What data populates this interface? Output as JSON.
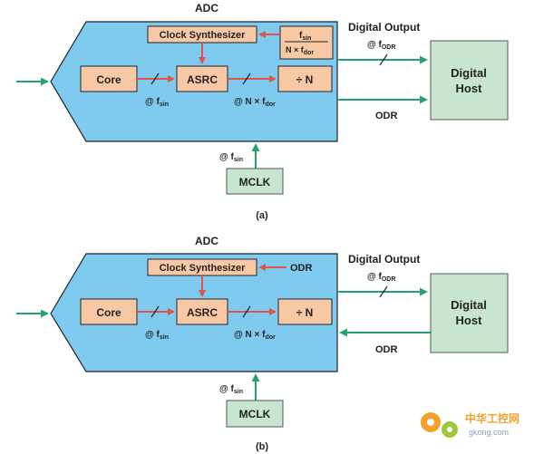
{
  "diagram_a": {
    "adc_title": "ADC",
    "clock_synth": "Clock Synthesizer",
    "ratio_num": "f",
    "ratio_num_sub": "sin",
    "ratio_den": "N × f",
    "ratio_den_sub": "dor",
    "core": "Core",
    "asrc": "ASRC",
    "divn": "÷ N",
    "at_fsin": "@ f",
    "at_fsin_sub": "sin",
    "at_nfdor": "@ N × f",
    "at_nfdor_sub": "dor",
    "digital_output": "Digital Output",
    "at_fodr": "@ f",
    "at_fodr_sub": "ODR",
    "odr": "ODR",
    "host_line1": "Digital",
    "host_line2": "Host",
    "mclk_freq": "@ f",
    "mclk_freq_sub": "sin",
    "mclk": "MCLK",
    "caption": "(a)"
  },
  "diagram_b": {
    "adc_title": "ADC",
    "clock_synth": "Clock Synthesizer",
    "clock_input": "ODR",
    "core": "Core",
    "asrc": "ASRC",
    "divn": "÷ N",
    "at_fsin": "@ f",
    "at_fsin_sub": "sin",
    "at_nfdor": "@ N × f",
    "at_nfdor_sub": "dor",
    "digital_output": "Digital Output",
    "at_fodr": "@ f",
    "at_fodr_sub": "ODR",
    "odr": "ODR",
    "host_line1": "Digital",
    "host_line2": "Host",
    "mclk_freq": "@ f",
    "mclk_freq_sub": "sin",
    "mclk": "MCLK",
    "caption": "(b)"
  },
  "watermark": {
    "text_cn": "中华工控网",
    "text_url": "gkong.com"
  },
  "colors": {
    "adc_fill": "#7fcbf0",
    "block_fill": "#f9c9a6",
    "green_block": "#c8e6cf",
    "red_arrow": "#e0534a",
    "green_arrow": "#26a36a"
  }
}
